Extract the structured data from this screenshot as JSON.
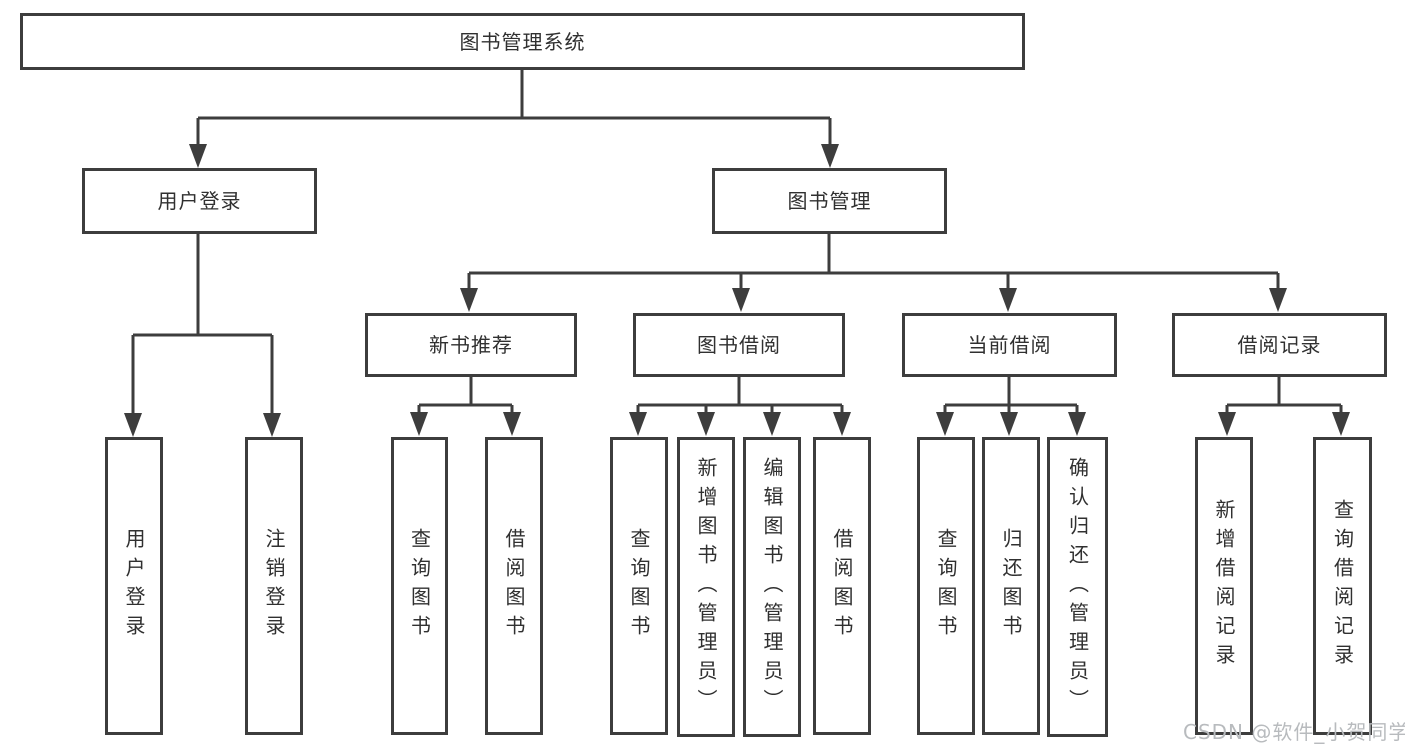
{
  "diagram_title": "图书管理系统",
  "colors": {
    "line": "#3d3d3d",
    "box_border": "#3d3d3d",
    "text": "#303030",
    "background": "#ffffff",
    "watermark": "#b8bbbe"
  },
  "tree": {
    "label": "图书管理系统",
    "children": [
      {
        "label": "用户登录",
        "children": [
          {
            "label": "用户登录"
          },
          {
            "label": "注销登录"
          }
        ]
      },
      {
        "label": "图书管理",
        "children": [
          {
            "label": "新书推荐",
            "children": [
              {
                "label": "查询图书"
              },
              {
                "label": "借阅图书"
              }
            ]
          },
          {
            "label": "图书借阅",
            "children": [
              {
                "label": "查询图书"
              },
              {
                "label": "新增图书（管理员）"
              },
              {
                "label": "编辑图书（管理员）"
              },
              {
                "label": "借阅图书"
              }
            ]
          },
          {
            "label": "当前借阅",
            "children": [
              {
                "label": "查询图书"
              },
              {
                "label": "归还图书"
              },
              {
                "label": "确认归还（管理员）"
              }
            ]
          },
          {
            "label": "借阅记录",
            "children": [
              {
                "label": "新增借阅记录"
              },
              {
                "label": "查询借阅记录"
              }
            ]
          }
        ]
      }
    ]
  },
  "watermark": "CSDN @软件_小贺同学"
}
